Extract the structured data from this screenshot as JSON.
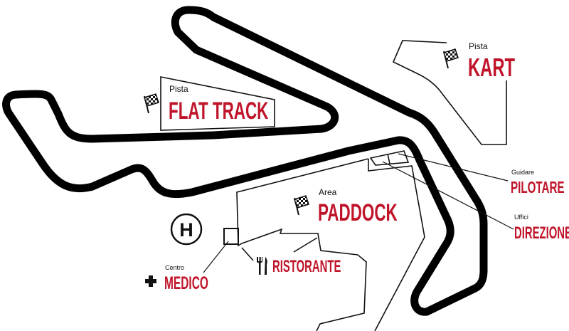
{
  "colors": {
    "accent": "#c0142a",
    "track": "#000000"
  },
  "icons": [
    "checkered-flag-icon",
    "helipad-icon",
    "medical-cross-icon",
    "fork-knife-icon"
  ],
  "labels": {
    "flat_track": {
      "prefix": "Pista",
      "name": "FLAT TRACK"
    },
    "kart": {
      "prefix": "Pista",
      "name": "KART"
    },
    "paddock": {
      "prefix": "Area",
      "name": "PADDOCK"
    },
    "pilotare": {
      "prefix": "Guidare",
      "name": "PILOTARE"
    },
    "direzione": {
      "prefix": "Uffici",
      "name": "DIREZIONE"
    },
    "medico": {
      "prefix": "Centro",
      "name": "MEDICO"
    },
    "ristorante": {
      "name": "RISTORANTE"
    },
    "helipad": {
      "letter": "H"
    }
  }
}
